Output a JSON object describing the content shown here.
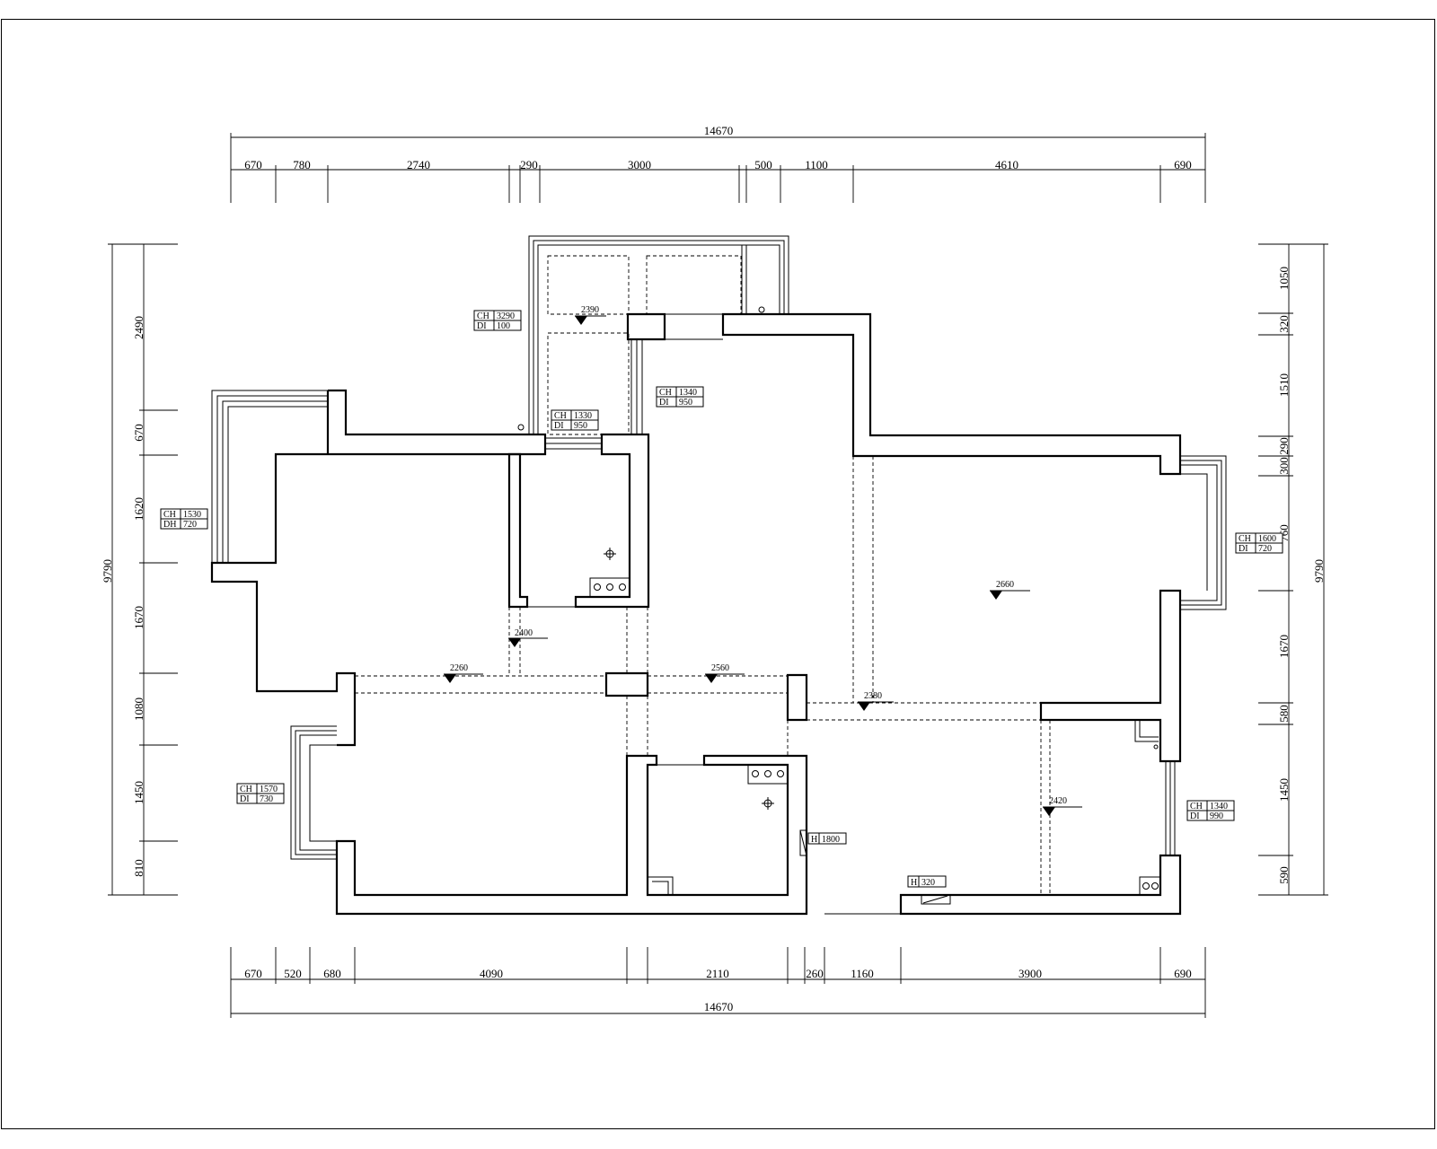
{
  "drawing": {
    "top_total": "14670",
    "top_segments": [
      "670",
      "780",
      "2740",
      "290",
      "3000",
      "500",
      "1100",
      "4610",
      "690"
    ],
    "bottom_total": "14670",
    "bottom_segments": [
      "670",
      "520",
      "680",
      "4090",
      "2110",
      "260",
      "1160",
      "3900",
      "690"
    ],
    "left_total": "9790",
    "left_segments": [
      "2490",
      "670",
      "1620",
      "1670",
      "1080",
      "1450",
      "810"
    ],
    "right_total": "9790",
    "right_segments": [
      "1050",
      "320",
      "1510",
      "290",
      "300",
      "760",
      "1670",
      "580",
      "1450",
      "590"
    ],
    "window_tags": [
      {
        "l1": "CH",
        "v1": "3290",
        "l2": "DI",
        "v2": "100"
      },
      {
        "l1": "CH",
        "v1": "1340",
        "l2": "DI",
        "v2": "950"
      },
      {
        "l1": "CH",
        "v1": "1330",
        "l2": "DI",
        "v2": "950"
      },
      {
        "l1": "CH",
        "v1": "1530",
        "l2": "DH",
        "v2": "720"
      },
      {
        "l1": "CH",
        "v1": "1600",
        "l2": "DI",
        "v2": "720"
      },
      {
        "l1": "CH",
        "v1": "1570",
        "l2": "DI",
        "v2": "730"
      },
      {
        "l1": "CH",
        "v1": "1340",
        "l2": "DI",
        "v2": "990"
      }
    ],
    "levels": [
      "2390",
      "2400",
      "2260",
      "2560",
      "2660",
      "2380",
      "2420"
    ],
    "height_tags": [
      {
        "l": "H",
        "v": "1800"
      },
      {
        "l": "H",
        "v": "320"
      }
    ]
  }
}
